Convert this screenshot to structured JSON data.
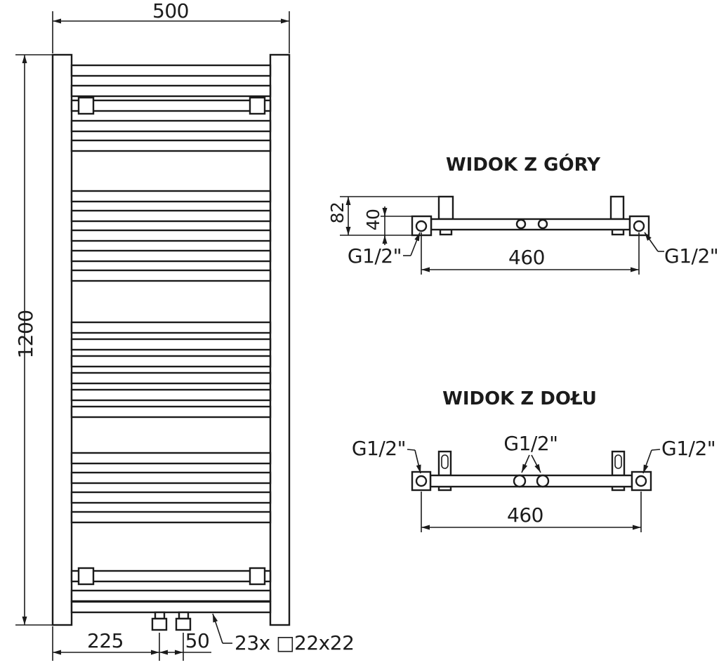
{
  "front_view": {
    "width_mm": "500",
    "height_mm": "1200",
    "valve_offset_mm": "225",
    "valve_spacing_mm": "50",
    "tube_spec": "23x □22x22"
  },
  "top_view": {
    "title": "WIDOK Z GÓRY",
    "total_depth_mm": "82",
    "collector_depth_mm": "40",
    "axis_spacing_mm": "460",
    "thread_left": "G1/2\"",
    "thread_right": "G1/2\""
  },
  "bottom_view": {
    "title": "WIDOK Z DOŁU",
    "axis_spacing_mm": "460",
    "thread_left": "G1/2\"",
    "thread_center": "G1/2\"",
    "thread_right": "G1/2\""
  }
}
